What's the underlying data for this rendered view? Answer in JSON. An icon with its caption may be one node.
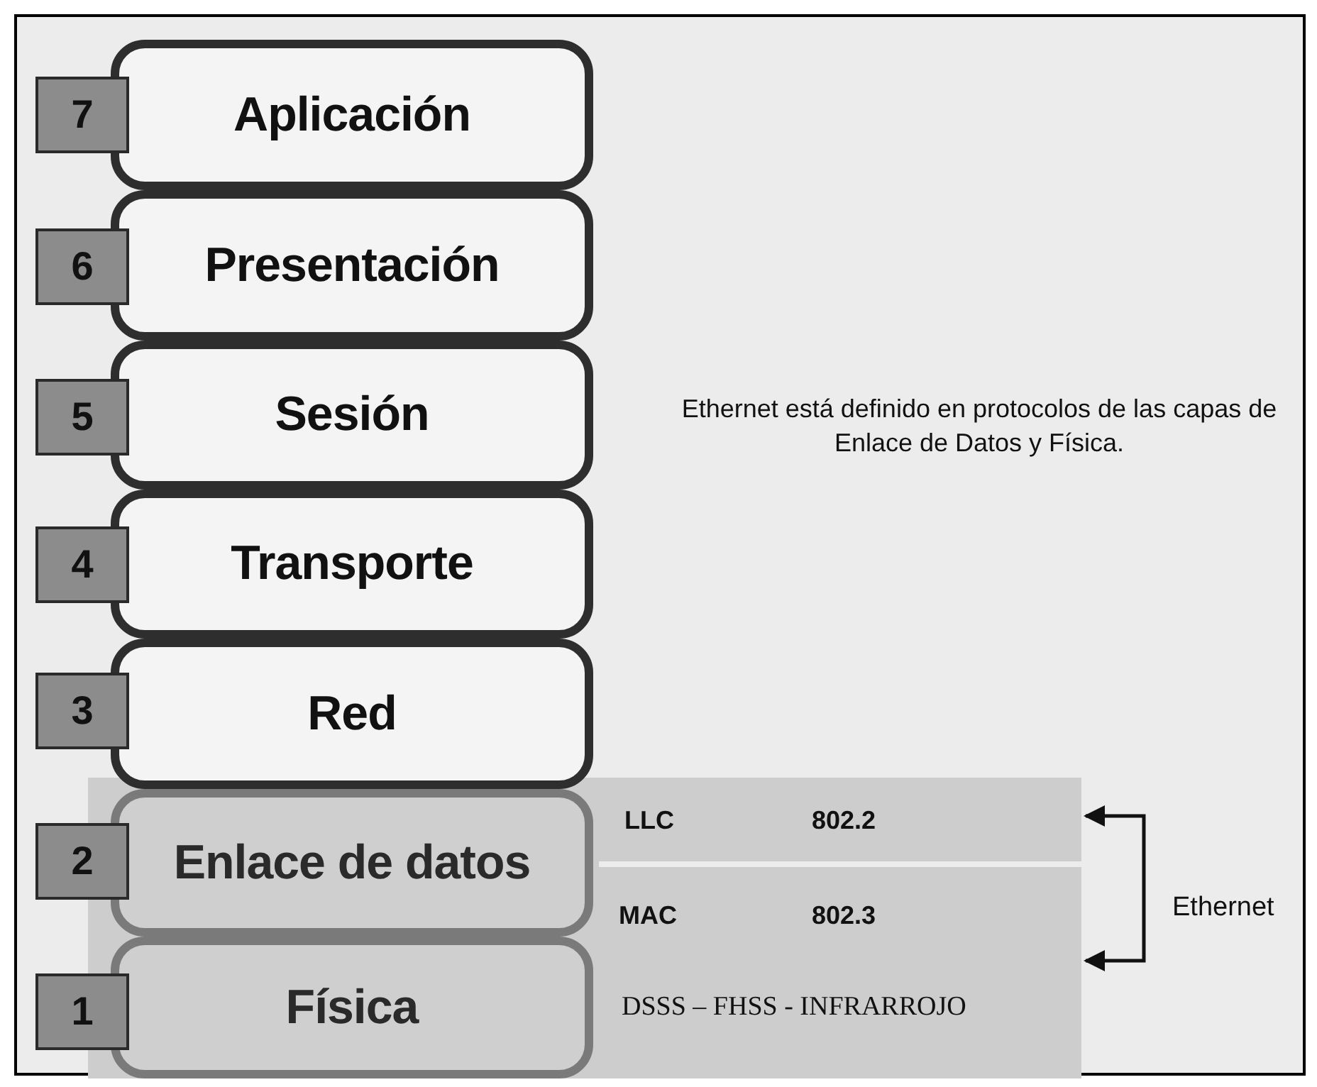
{
  "diagram": {
    "nodes": [
      {
        "text": [
          "7"
        ]
      },
      {
        "text": [
          "Aplicación"
        ]
      },
      {
        "text": [
          "6"
        ]
      },
      {
        "text": [
          "Presentación"
        ]
      },
      {
        "text": [
          "5"
        ]
      },
      {
        "text": [
          "Sesión"
        ]
      },
      {
        "text": [
          "4"
        ]
      },
      {
        "text": [
          "Transporte"
        ]
      },
      {
        "text": [
          "3"
        ]
      },
      {
        "text": [
          "Red"
        ]
      },
      {
        "text": [
          "2"
        ]
      },
      {
        "text": [
          "Enlace de datos"
        ]
      },
      {
        "text": [
          "1"
        ]
      },
      {
        "text": [
          "Física"
        ]
      },
      {
        "text": [
          "LLC",
          "802.2"
        ]
      },
      {
        "text": [
          "MAC",
          "802.3",
          "DSSS – FHSS - INFRARROJO"
        ]
      },
      {
        "text": [
          "Ethernet"
        ]
      }
    ],
    "edges": [
      {
        "from": 16,
        "to": 14,
        "arrow": "to"
      },
      {
        "from": 16,
        "to": 15,
        "arrow": "to"
      }
    ],
    "labels": [
      "Ethernet está definido en protocolos de las capas de Enlace de Datos y Física."
    ]
  }
}
